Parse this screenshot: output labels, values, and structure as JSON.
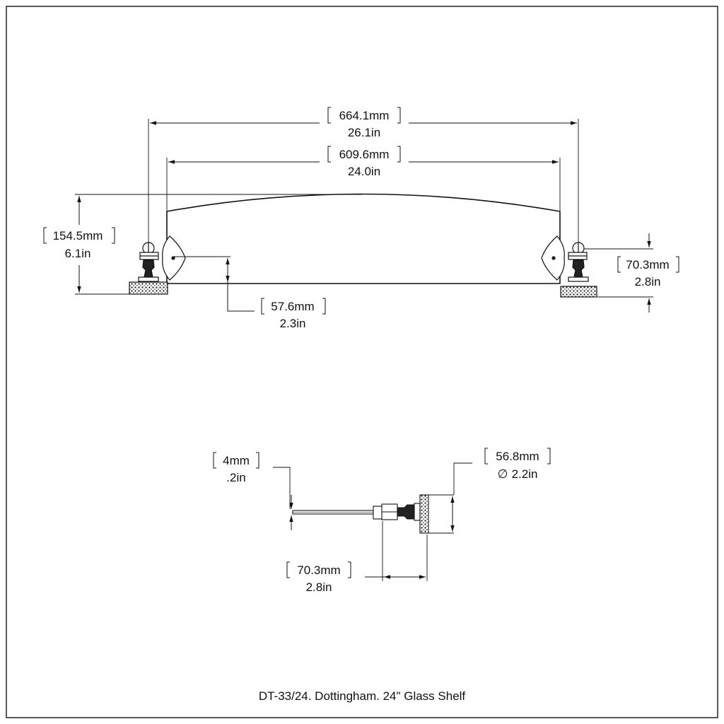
{
  "diagram": {
    "caption": "DT-33/24. Dottingham. 24\" Glass Shelf",
    "front_view": {
      "overall_width": {
        "mm": "664.1mm",
        "in": "26.1in"
      },
      "glass_width": {
        "mm": "609.6mm",
        "in": "24.0in"
      },
      "overall_height": {
        "mm": "154.5mm",
        "in": "6.1in"
      },
      "glass_height": {
        "mm": "57.6mm",
        "in": "2.3in"
      },
      "bracket_height": {
        "mm": "70.3mm",
        "in": "2.8in"
      }
    },
    "side_view": {
      "glass_thickness": {
        "mm": "4mm",
        "in": ".2in"
      },
      "flange_diameter": {
        "mm": "56.8mm",
        "in": "2.2in",
        "symbol": "∅"
      },
      "projection": {
        "mm": "70.3mm",
        "in": "2.8in"
      }
    }
  },
  "colors": {
    "line": "#111111",
    "border": "#222222",
    "background": "#ffffff"
  }
}
